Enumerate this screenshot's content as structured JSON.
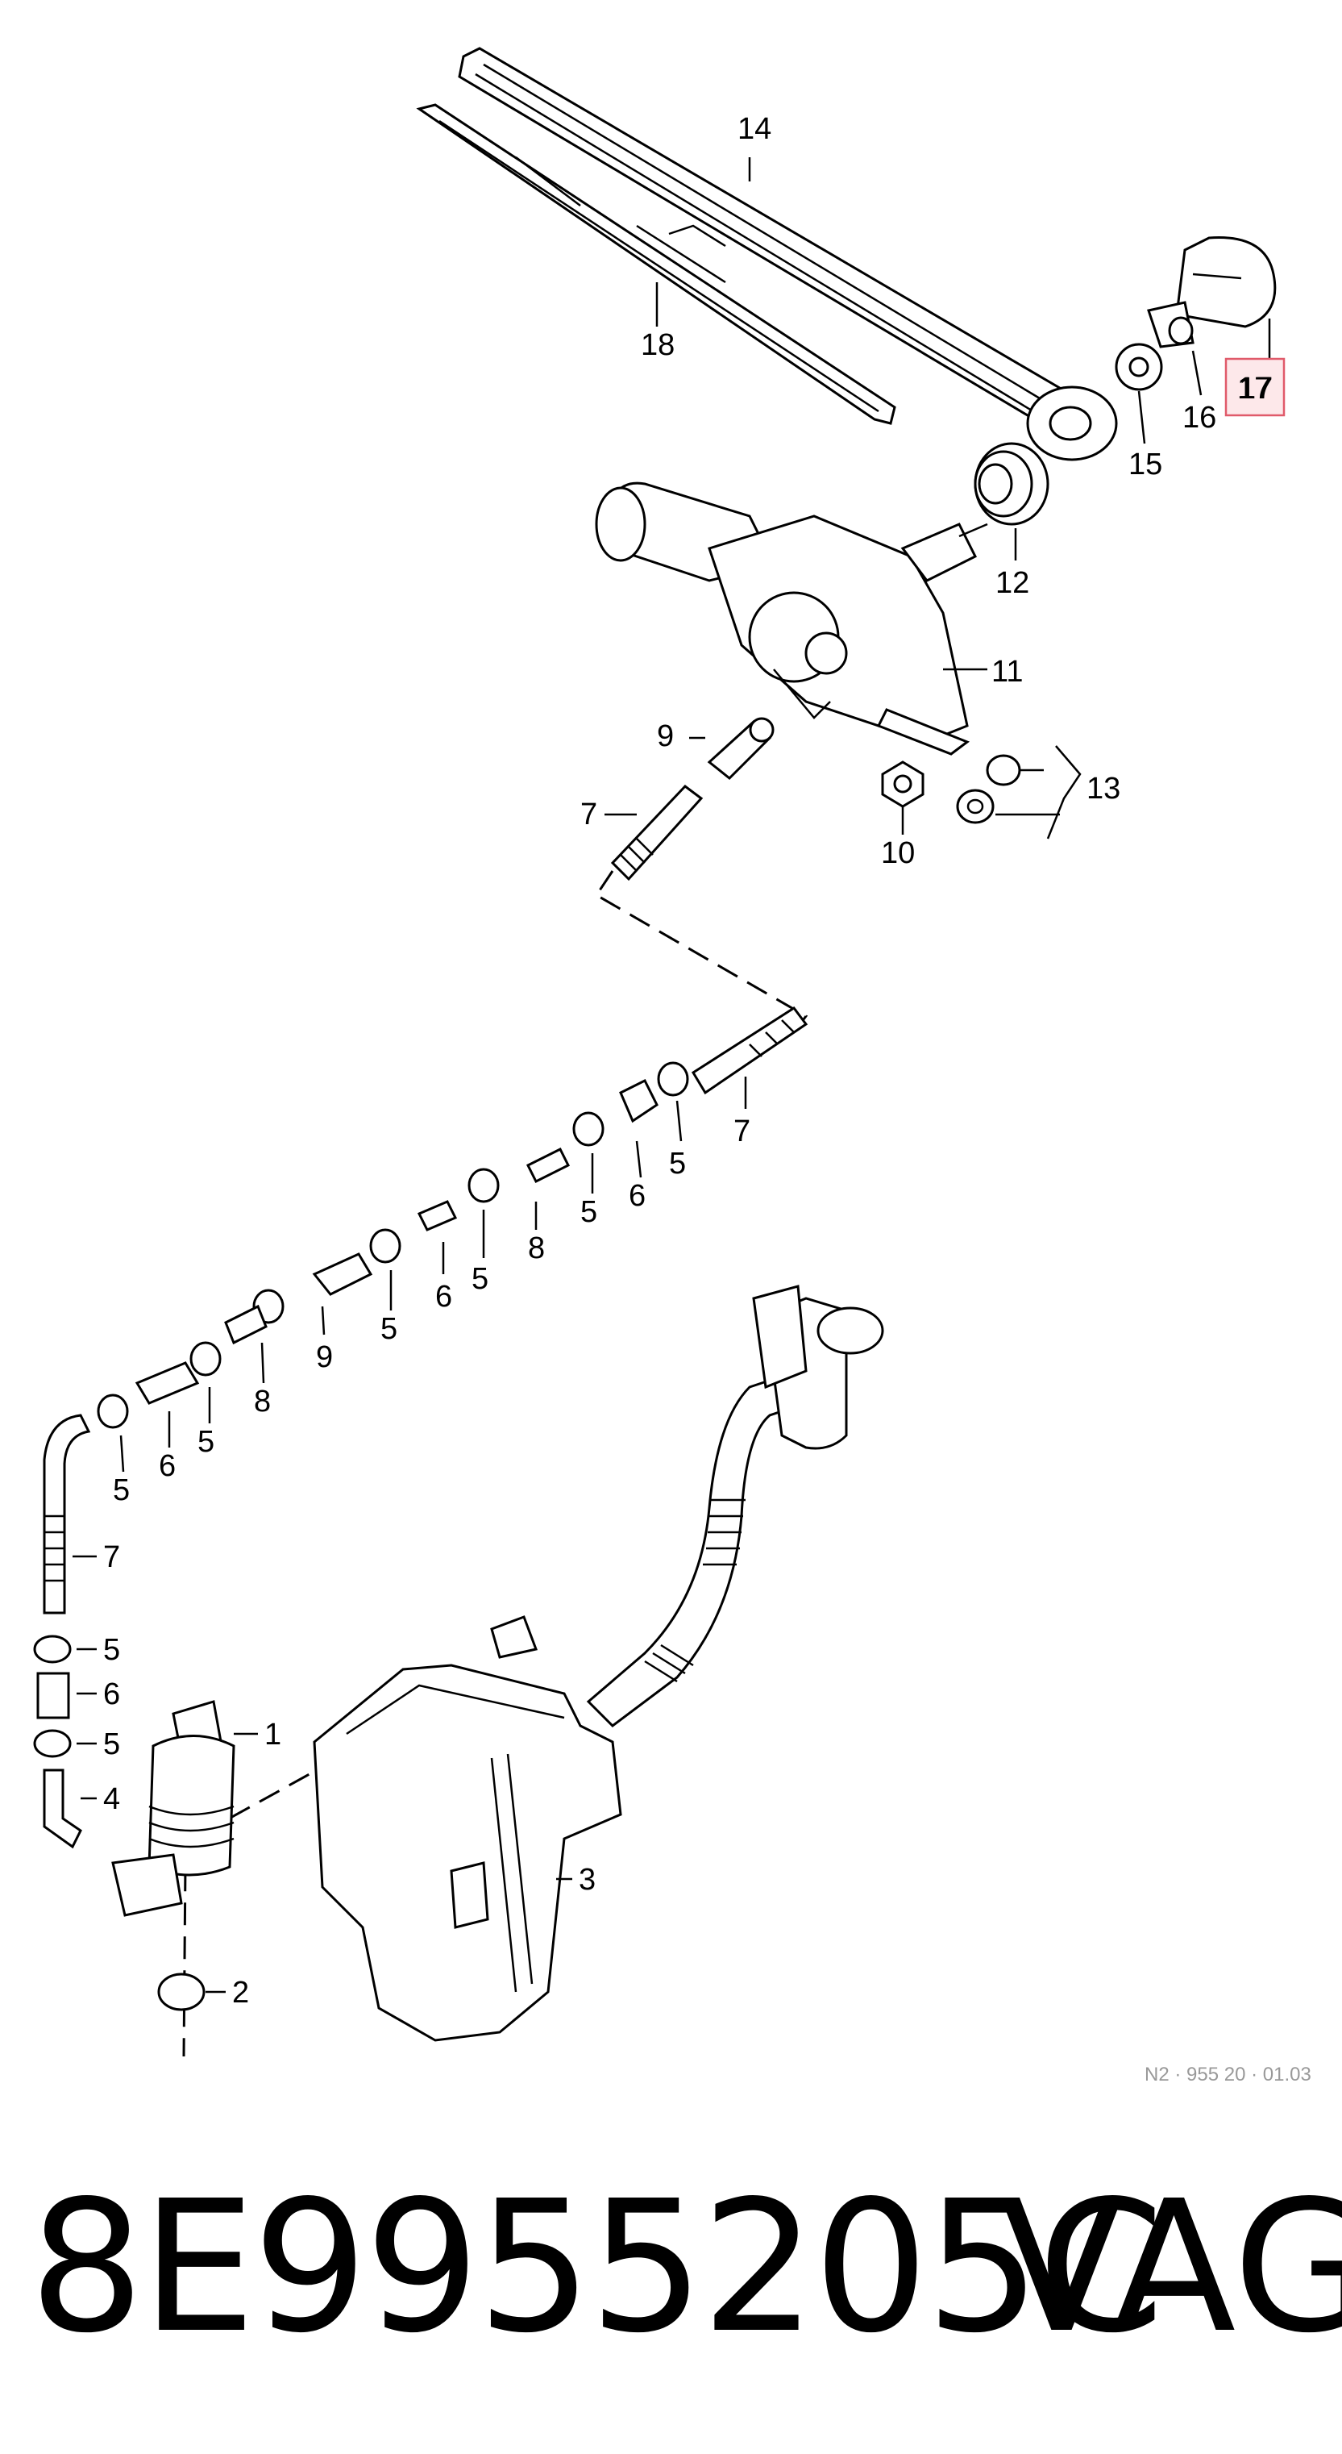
{
  "diagram": {
    "callouts": [
      "1",
      "2",
      "3",
      "4",
      "5",
      "6",
      "7",
      "8",
      "9",
      "10",
      "11",
      "12",
      "13",
      "14",
      "15",
      "16",
      "17",
      "18"
    ],
    "highlighted_callout": "17",
    "ref_code": "N2 · 955 20 · 01.03"
  },
  "footer": {
    "part_number": "8E9955205C",
    "brand": "VAG"
  }
}
